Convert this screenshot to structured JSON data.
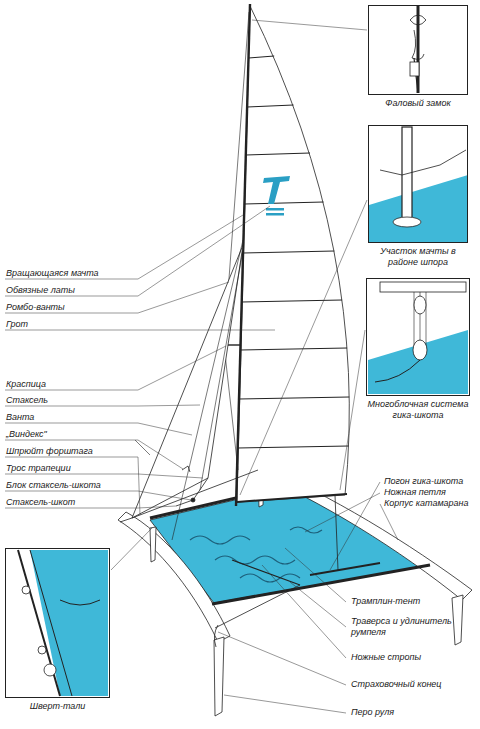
{
  "diagram": {
    "nodes": [
      {
        "text": [
          "Фаловый замок"
        ]
      },
      {
        "text": [
          "Участок мачты в районе шпора"
        ]
      },
      {
        "text": [
          "Многоблочная система гика-шкота"
        ]
      },
      {
        "text": [
          "Шверт-тали"
        ]
      }
    ],
    "labels": [
      "Вращающаяся мачта",
      "Обвязные латы",
      "Ромбо-ванты",
      "Грот",
      "Краспица",
      "Стаксель",
      "Ванта",
      "„Виндекс\"",
      "Шпрюйт форштага",
      "Трос трапеции",
      "Блок стаксель-шкота",
      "Стаксель-шкот",
      "Погон гика-шкота",
      "Ножная петля",
      "Корпус катамарана",
      "Трамплин-тент",
      "Траверса и удлинитель румпеля",
      "Ножные стропы",
      "Страховочный конец",
      "Перо руля"
    ]
  }
}
